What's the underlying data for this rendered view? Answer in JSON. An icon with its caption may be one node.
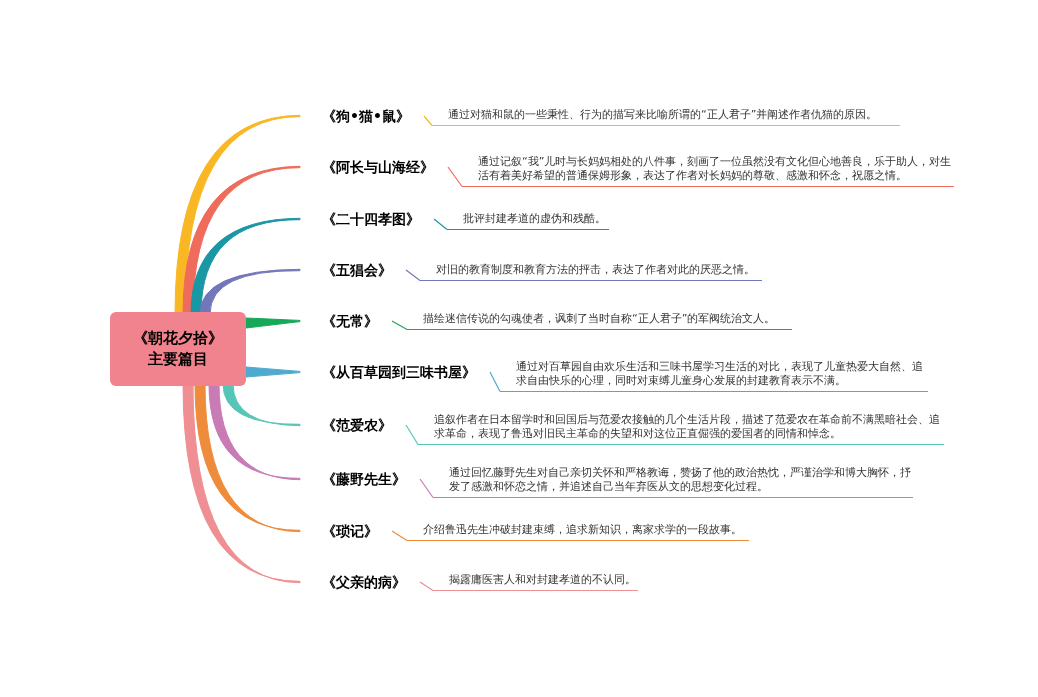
{
  "diagram": {
    "nodes": [
      {
        "text": [
          "《朝花夕拾》",
          "主要篇目"
        ]
      },
      {
        "text": [
          "《狗•猫•鼠》"
        ]
      },
      {
        "text": [
          "《阿长与山海经》"
        ]
      },
      {
        "text": [
          "《二十四孝图》"
        ]
      },
      {
        "text": [
          "《五猖会》"
        ]
      },
      {
        "text": [
          "《无常》"
        ]
      },
      {
        "text": [
          "《从百草园到三味书屋》"
        ]
      },
      {
        "text": [
          "《范爱农》"
        ]
      },
      {
        "text": [
          "《藤野先生》"
        ]
      },
      {
        "text": [
          "《琐记》"
        ]
      },
      {
        "text": [
          "《父亲的病》"
        ]
      },
      {
        "text": [
          "通过对猫和鼠的一些秉性、行为的描写来比喻所谓的“正人君子”并阐述作者仇猫的原因。"
        ]
      },
      {
        "text": [
          "通过记叙“我”儿时与长妈妈相处的八件事，刻画了一位虽然没有文化但心地善良，乐于助人，对生活有着美好希望的普通保姆形象，表达了作者对长妈妈的尊敬、感激和怀念，祝愿之情。"
        ]
      },
      {
        "text": [
          "批评封建孝道的虚伪和残酷。"
        ]
      },
      {
        "text": [
          "对旧的教育制度和教育方法的抨击，表达了作者对此的厌恶之情。"
        ]
      },
      {
        "text": [
          "描绘迷信传说的勾魂使者，讽刺了当时自称“正人君子”的军阀统治文人。"
        ]
      },
      {
        "text": [
          "通过对百草园自由欢乐生活和三味书屋学习生活的对比，表现了儿童热爱大自然、追求自由快乐的心理，同时对束缚儿童身心发展的封建教育表示不满。"
        ]
      },
      {
        "text": [
          "追叙作者在日本留学时和回国后与范爱农接触的几个生活片段，描述了范爱农在革命前不满黑暗社会、追求革命，表现了鲁迅对旧民主革命的失望和对这位正直倔强的爱国者的同情和悼念。"
        ]
      },
      {
        "text": [
          "通过回忆藤野先生对自己亲切关怀和严格教诲，赞扬了他的政治热忱，严谨治学和博大胸怀，抒发了感激和怀恋之情，并追述自己当年弃医从文的思想变化过程。"
        ]
      },
      {
        "text": [
          "介绍鲁迅先生冲破封建束缚，追求新知识，离家求学的一段故事。"
        ]
      },
      {
        "text": [
          "揭露庸医害人和对封建孝道的不认同。"
        ]
      }
    ],
    "edges": [
      {
        "from": 0,
        "to": 1,
        "arrow": "none",
        "style": "thick",
        "color": "#f9b823"
      },
      {
        "from": 0,
        "to": 2,
        "arrow": "none",
        "style": "thick",
        "color": "#ef6b5b"
      },
      {
        "from": 0,
        "to": 3,
        "arrow": "none",
        "style": "thick",
        "color": "#1a97a5"
      },
      {
        "from": 0,
        "to": 4,
        "arrow": "none",
        "style": "thick",
        "color": "#7277b9"
      },
      {
        "from": 0,
        "to": 5,
        "arrow": "none",
        "style": "thick",
        "color": "#17a85a"
      },
      {
        "from": 0,
        "to": 6,
        "arrow": "none",
        "style": "thick",
        "color": "#4eaacf"
      },
      {
        "from": 0,
        "to": 7,
        "arrow": "none",
        "style": "thick",
        "color": "#55c5b7"
      },
      {
        "from": 0,
        "to": 8,
        "arrow": "none",
        "style": "thick",
        "color": "#c97bb5"
      },
      {
        "from": 0,
        "to": 9,
        "arrow": "none",
        "style": "thick",
        "color": "#ee8c3b"
      },
      {
        "from": 0,
        "to": 10,
        "arrow": "none",
        "style": "thick",
        "color": "#ef8e93"
      },
      {
        "from": 1,
        "to": 11,
        "arrow": "none",
        "color": "#f9b823"
      },
      {
        "from": 2,
        "to": 12,
        "arrow": "none",
        "color": "#ef6b5b"
      },
      {
        "from": 3,
        "to": 13,
        "arrow": "none",
        "color": "#1a97a5"
      },
      {
        "from": 4,
        "to": 14,
        "arrow": "none",
        "color": "#7277b9"
      },
      {
        "from": 5,
        "to": 15,
        "arrow": "none",
        "color": "#17a85a"
      },
      {
        "from": 6,
        "to": 16,
        "arrow": "none",
        "color": "#4eaacf"
      },
      {
        "from": 7,
        "to": 17,
        "arrow": "none",
        "color": "#55c5b7"
      },
      {
        "from": 8,
        "to": 18,
        "arrow": "none",
        "color": "#c97bb5"
      },
      {
        "from": 9,
        "to": 19,
        "arrow": "none",
        "color": "#ee8c3b"
      },
      {
        "from": 10,
        "to": 20,
        "arrow": "none",
        "color": "#ef8e93"
      }
    ]
  }
}
